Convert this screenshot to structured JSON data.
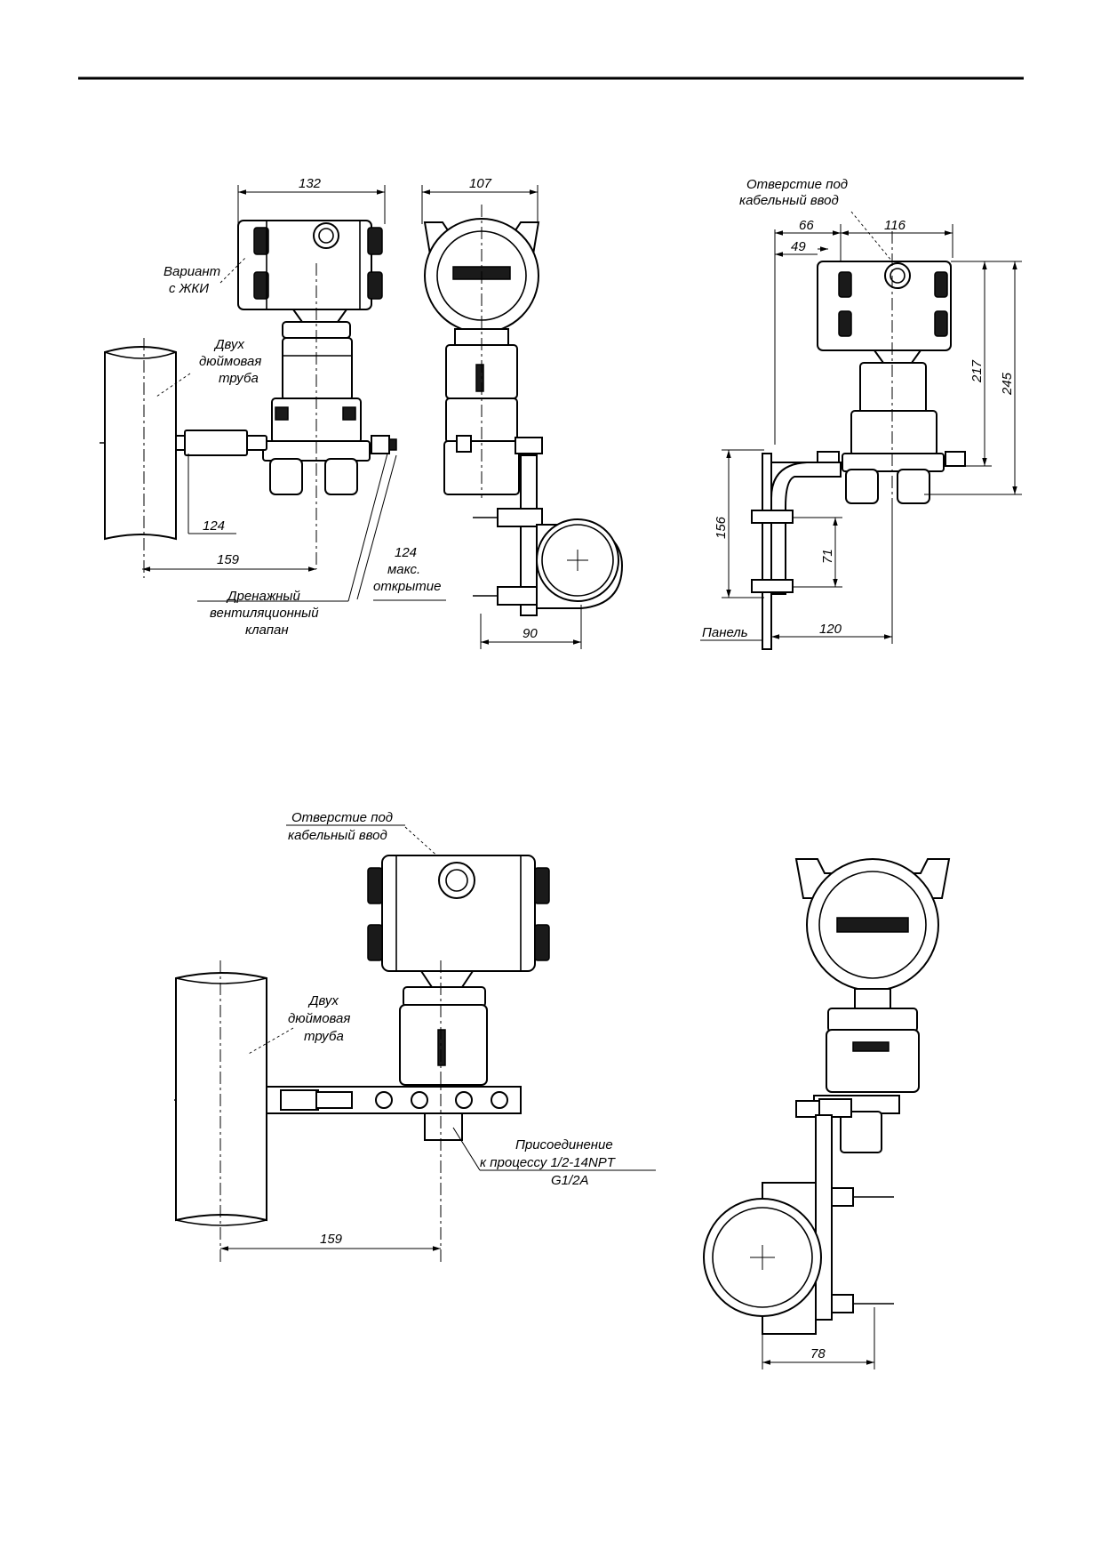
{
  "fig1": {
    "dim_width_left": "132",
    "dim_width_front": "107",
    "variant_line1": "Вариант",
    "variant_line2": "с ЖКИ",
    "pipe_line1": "Двух",
    "pipe_line2": "дюймовая",
    "pipe_line3": "труба",
    "dim_124": "124",
    "dim_159": "159",
    "max_open_line1": "124",
    "max_open_line2": "макс.",
    "max_open_line3": "открытие",
    "valve_line1": "Дренажный",
    "valve_line2": "вентиляционный",
    "valve_line3": "клапан",
    "dim_90": "90"
  },
  "fig2": {
    "hole_line1": "Отверстие под",
    "hole_line2": "кабельный ввод",
    "dim_66": "66",
    "dim_116": "116",
    "dim_49": "49",
    "dim_217": "217",
    "dim_245": "245",
    "dim_156": "156",
    "dim_71": "71",
    "panel": "Панель",
    "dim_120": "120"
  },
  "fig3": {
    "hole_line1": "Отверстие под",
    "hole_line2": "кабельный ввод",
    "pipe_line1": "Двух",
    "pipe_line2": "дюймовая",
    "pipe_line3": "труба",
    "conn_line1": "Присоединение",
    "conn_line2": "к процессу 1/2-14NPT",
    "conn_line3": "G1/2A",
    "dim_159": "159"
  },
  "fig4": {
    "dim_78": "78"
  }
}
